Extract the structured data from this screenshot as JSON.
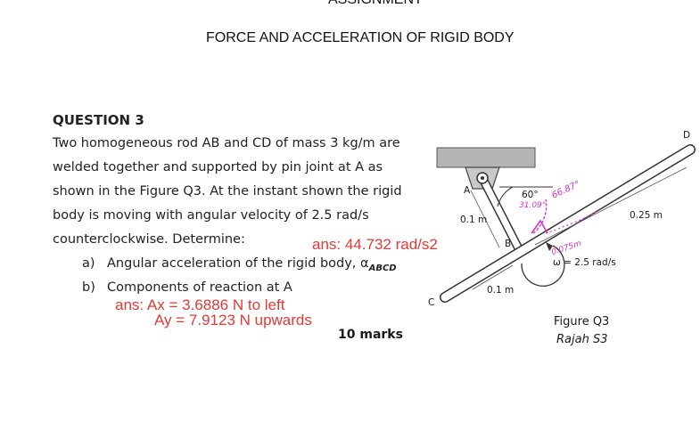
{
  "header": {
    "assignment": "ASSIGNMENT",
    "subject": "FORCE AND ACCELERATION OF RIGID BODY"
  },
  "question": {
    "heading": "QUESTION 3",
    "lines": [
      "Two homogeneous rod AB and CD of mass 3 kg/m are",
      "welded together and supported by pin joint at A as",
      "shown in the Figure Q3. At the instant shown the rigid",
      "body is moving with angular velocity of 2.5 rad/s",
      "counterclockwise. Determine:"
    ],
    "part_a_label": "a)",
    "part_a_text": "Angular acceleration of the rigid body, α",
    "part_a_sub": "ABCD",
    "part_b_label": "b)",
    "part_b_text": "Components of reaction at A",
    "marks": "10 marks"
  },
  "answers": {
    "alpha": "ans: 44.732 rad/s2",
    "ax": "ans: Ax = 3.6886 N to left",
    "ay": "Ay = 7.9123 N upwards"
  },
  "figure": {
    "label_A": "A",
    "label_B": "B",
    "label_C": "C",
    "label_D": "D",
    "angle": "60°",
    "dim_ab": "0.1 m",
    "dim_bc": "0.1 m",
    "dim_bd": "0.25 m",
    "omega": "ω = 2.5 rad/s",
    "handwritten_1": "31.09°",
    "handwritten_2": "66.87°",
    "handwritten_3": "0.075m",
    "caption_1": "Figure Q3",
    "caption_2": "Rajah S3"
  },
  "colors": {
    "answer": "#e53935",
    "handwriting": "#d633c9",
    "support": "#b5b5b5"
  }
}
